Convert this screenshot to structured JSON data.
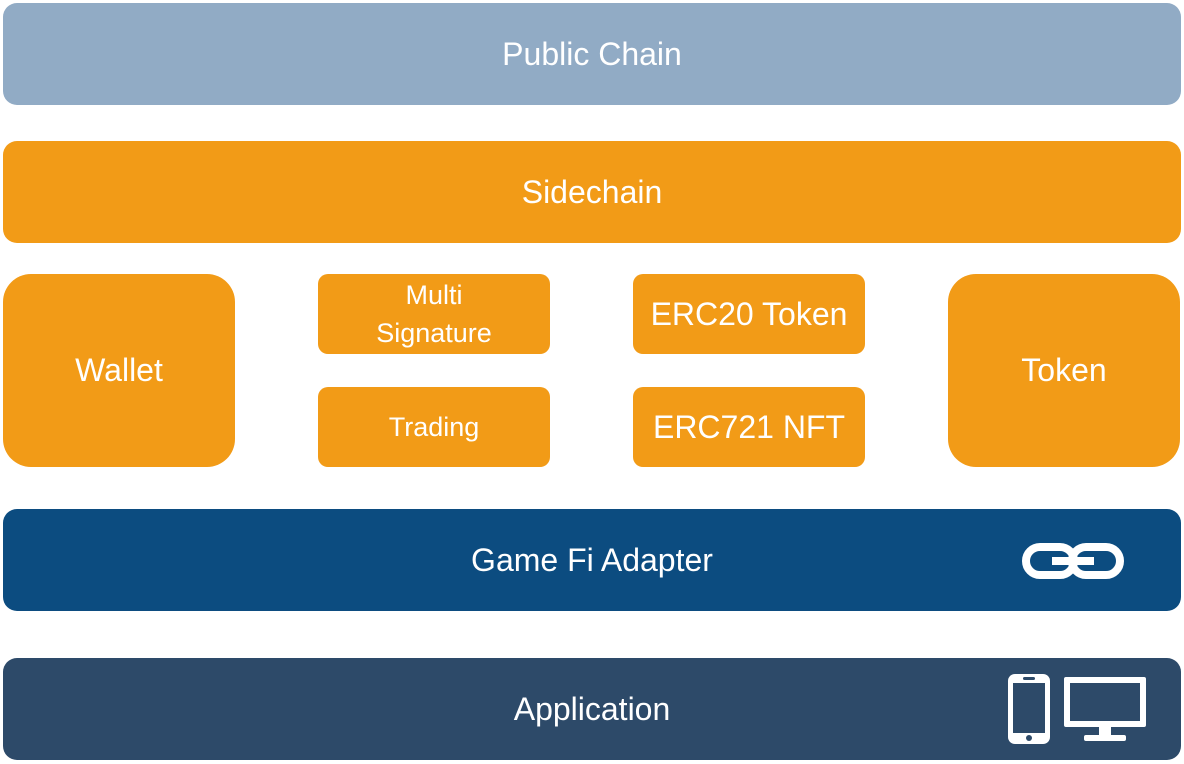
{
  "layers": {
    "public_chain": "Public Chain",
    "sidechain": "Sidechain",
    "adapter": "Game Fi Adapter",
    "application": "Application"
  },
  "modules": {
    "wallet": "Wallet",
    "multi_signature_line1": "Multi",
    "multi_signature_line2": "Signature",
    "trading": "Trading",
    "erc20": "ERC20 Token",
    "erc721": "ERC721 NFT",
    "token": "Token"
  },
  "icons": {
    "adapter_icon": "link-icon",
    "application_icons": [
      "phone-icon",
      "monitor-icon"
    ]
  },
  "colors": {
    "public_chain": "#91abc5",
    "sidechain": "#f29b17",
    "adapter": "#0c4c80",
    "application": "#2d4a69",
    "text": "#ffffff"
  }
}
